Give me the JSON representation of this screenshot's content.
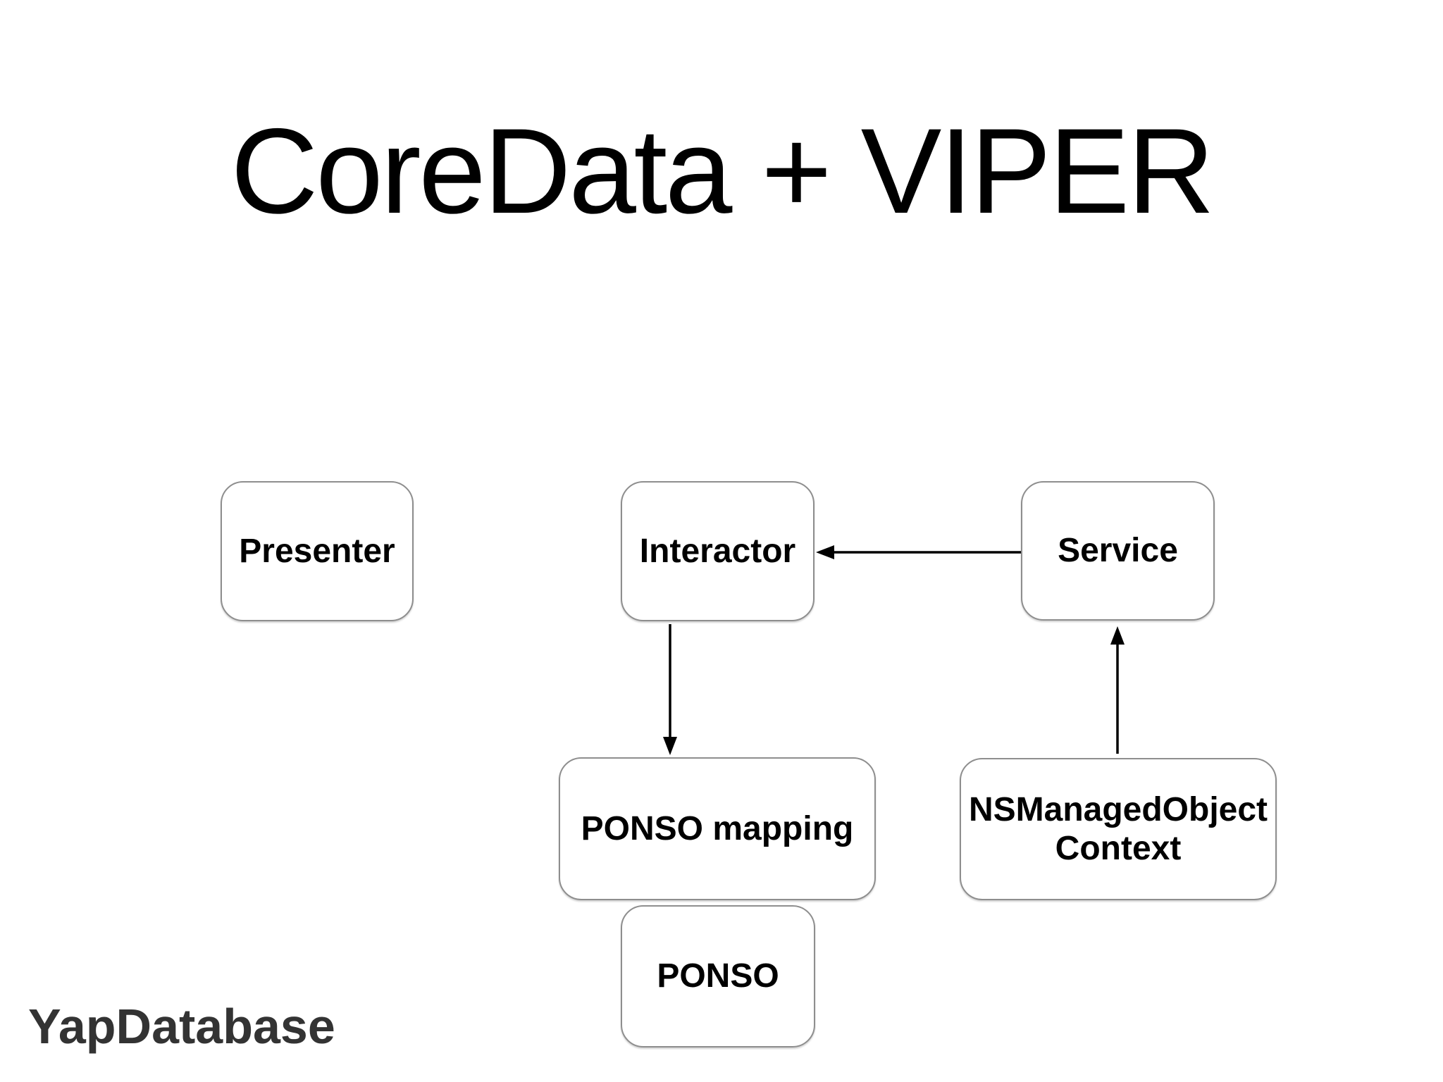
{
  "slide": {
    "title": "CoreData + VIPER",
    "footer": "YapDatabase",
    "boxes": [
      {
        "id": "presenter",
        "label": "Presenter"
      },
      {
        "id": "interactor",
        "label": "Interactor"
      },
      {
        "id": "service",
        "label": "Service"
      },
      {
        "id": "ponso-mapping",
        "label": "PONSO mapping"
      },
      {
        "id": "nsmanagedobject-context",
        "label": "NSManagedObject Context"
      },
      {
        "id": "ponso",
        "label": "PONSO"
      }
    ],
    "arrows": [
      {
        "from": "Service",
        "to": "Interactor",
        "direction": "left"
      },
      {
        "from": "Interactor",
        "to": "PONSO mapping",
        "direction": "down"
      },
      {
        "from": "NSManagedObject Context",
        "to": "Service",
        "direction": "up"
      }
    ],
    "colors": {
      "background": "#ffffff",
      "box_fill": "#ffffff",
      "box_border": "#8e8e8e",
      "label_text": "#000000",
      "title_text": "#000000",
      "arrow": "#000000",
      "footer_text": "#333333"
    }
  }
}
